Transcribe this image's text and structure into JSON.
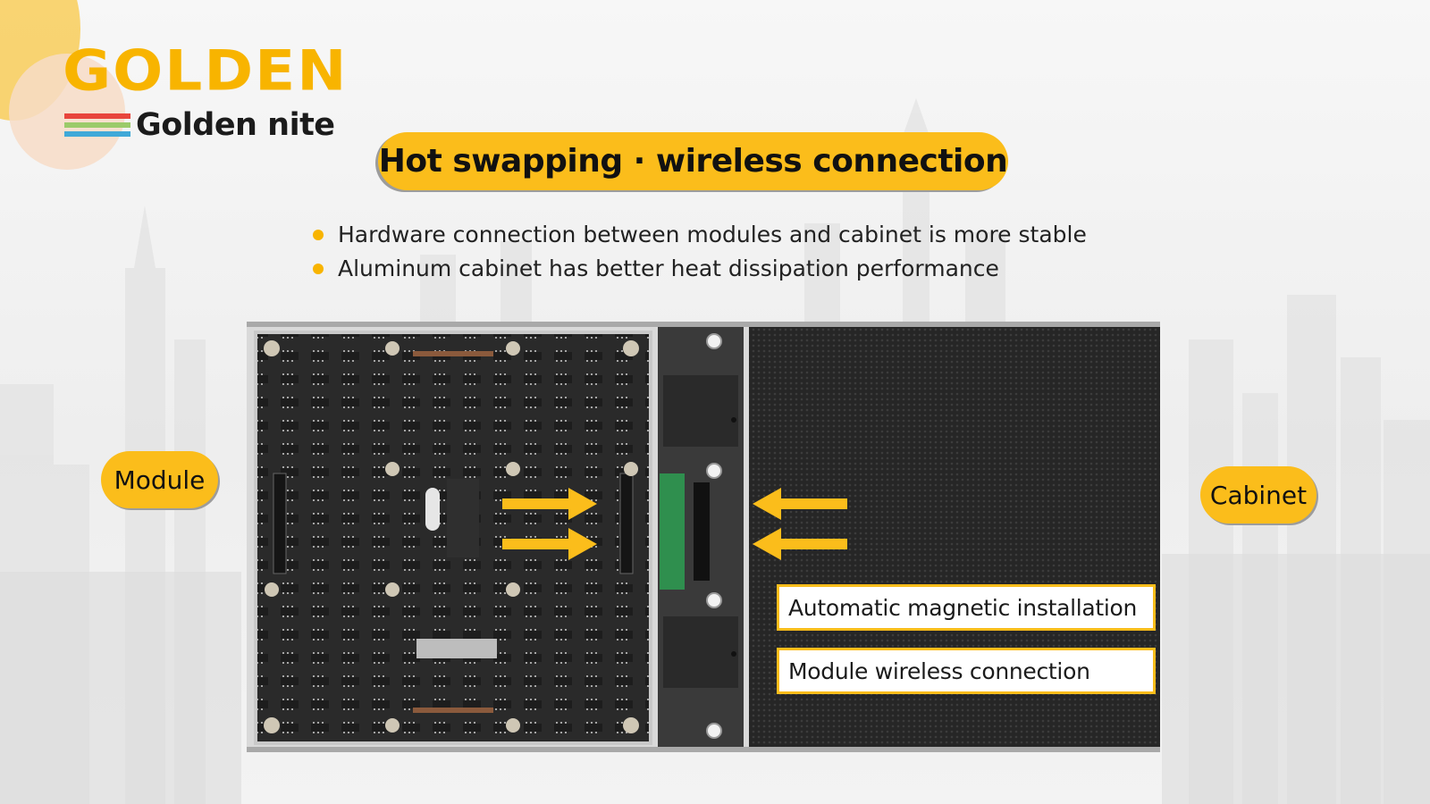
{
  "brand": {
    "wordmark": "GOLDEN",
    "name": "Golden nite",
    "accent_color": "#fbbd1b",
    "stripe_colors": [
      "#e8453c",
      "#9bcb6a",
      "#3fa9d8"
    ]
  },
  "title": "Hot swapping · wireless connection",
  "bullets": [
    "Hardware connection between modules and cabinet is more stable",
    "Aluminum cabinet has better heat dissipation performance"
  ],
  "labels": {
    "module": "Module",
    "cabinet": "Cabinet"
  },
  "callouts": [
    "Automatic magnetic installation",
    "Module wireless connection"
  ]
}
